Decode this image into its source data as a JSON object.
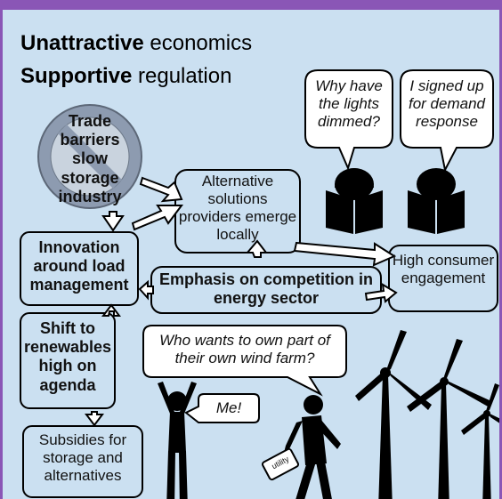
{
  "headline": {
    "line1_bold": "Unattractive",
    "line1_rest": " economics",
    "line2_bold": "Supportive",
    "line2_rest": " regulation"
  },
  "boxes": {
    "trade_barriers": "Trade barriers slow storage industry",
    "alternative_solutions": "Alternative solutions providers emerge locally",
    "innovation": "Innovation around load management",
    "emphasis": "Emphasis on competition in energy sector",
    "high_engagement": "High consumer engagement",
    "shift": "Shift to renewables high on agenda",
    "subsidies": "Subsidies for storage and alternatives"
  },
  "speech": {
    "lights": "Why have the lights dimmed?",
    "demand": "I signed up for demand response",
    "wind_farm": "Who wants to own part of their own wind farm?",
    "me": "Me!"
  },
  "briefcase_label": "utility",
  "colors": {
    "border": "#8a56b6",
    "background": "#cbe0f1",
    "box_fill": "#cbe0f1",
    "no_sign_fill": "#8d9bb0"
  },
  "icons": [
    "no-entry-icon",
    "person-reading-icon",
    "wind-turbine-icon",
    "cheering-person-icon",
    "businessman-icon"
  ]
}
